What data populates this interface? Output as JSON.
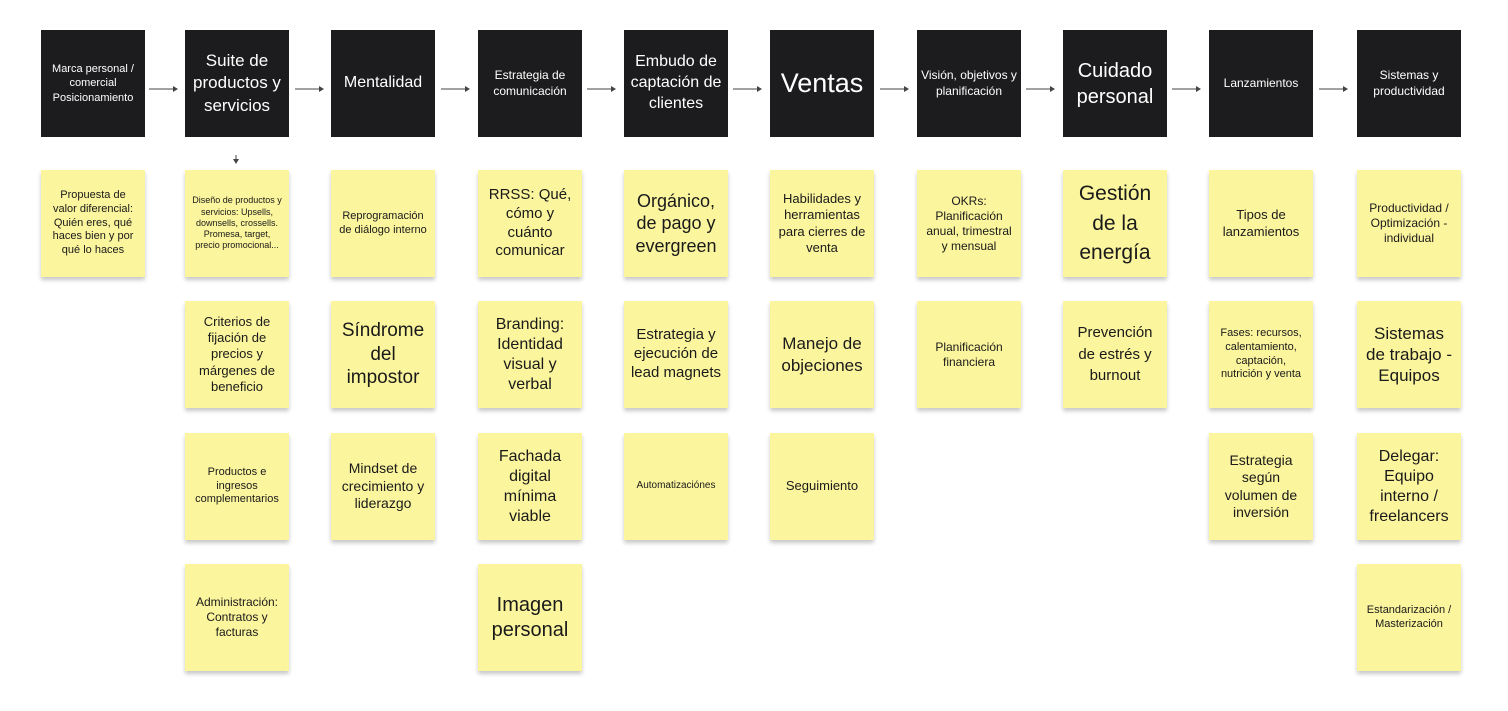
{
  "columns": [
    {
      "header": "Marca personal / comercial Posicionamiento",
      "notes": [
        "Propuesta de valor diferencial: Quién eres, qué haces bien y por qué lo haces"
      ]
    },
    {
      "header": "Suite de productos y servicios",
      "notes": [
        "Diseño de productos y servicios: Upsells, downsells, crossells. Promesa, target, precio promocional...",
        "Criterios de fijación de precios y márgenes de beneficio",
        "Productos e ingresos complementarios",
        "Administración: Contratos y facturas"
      ]
    },
    {
      "header": "Mentalidad",
      "notes": [
        "Reprogramación de diálogo interno",
        "Síndrome del impostor",
        "Mindset de crecimiento y liderazgo"
      ]
    },
    {
      "header": "Estrategia de comunicación",
      "notes": [
        "RRSS: Qué, cómo y cuánto comunicar",
        "Branding: Identidad visual y verbal",
        "Fachada digital mínima viable",
        "Imagen personal"
      ]
    },
    {
      "header": "Embudo de captación de clientes",
      "notes": [
        "Orgánico, de pago y evergreen",
        "Estrategia y ejecución de lead magnets",
        "Automatizaciónes"
      ]
    },
    {
      "header": "Ventas",
      "notes": [
        "Habilidades y herramientas para cierres de venta",
        "Manejo de objeciones",
        "Seguimiento"
      ]
    },
    {
      "header": "Visión, objetivos y planificación",
      "notes": [
        "OKRs: Planificación anual, trimestral y mensual",
        "Planificación financiera"
      ]
    },
    {
      "header": "Cuidado personal",
      "notes": [
        "Gestión de la energía",
        "Prevención de estrés y burnout"
      ]
    },
    {
      "header": "Lanzamientos",
      "notes": [
        "Tipos de lanzamientos",
        "Fases: recursos, calentamiento, captación, nutrición y venta",
        "Estrategia según volumen de inversión"
      ]
    },
    {
      "header": "Sistemas y productividad",
      "notes": [
        "Productividad / Optimización - individual",
        "Sistemas de trabajo - Equipos",
        "Delegar: Equipo interno / freelancers",
        "Estandarización / Masterización"
      ]
    }
  ]
}
